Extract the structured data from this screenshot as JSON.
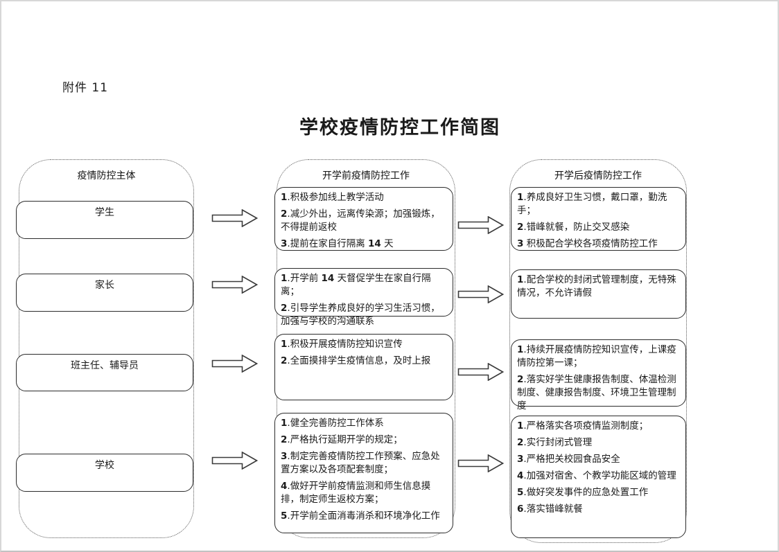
{
  "page": {
    "attachment_label": "附件 11",
    "title": "学校疫情防控工作简图"
  },
  "columns": [
    {
      "header": "疫情防控主体",
      "boxes": [
        {
          "lines": [
            "学生"
          ]
        },
        {
          "lines": [
            "家长"
          ]
        },
        {
          "lines": [
            "班主任、辅导员"
          ]
        },
        {
          "lines": [
            "学校"
          ]
        }
      ]
    },
    {
      "header": "开学前疫情防控工作",
      "boxes": [
        {
          "lines": [
            "1.积极参加线上教学活动",
            "2.减少外出，远离传染源；加强锻炼，不得提前返校",
            "3.提前在家自行隔离 14 天"
          ]
        },
        {
          "lines": [
            "1.开学前 14 天督促学生在家自行隔离；",
            "2.引导学生养成良好的学习生活习惯，加强与学校的沟通联系"
          ]
        },
        {
          "lines": [
            "1.积极开展疫情防控知识宣传",
            "2.全面摸排学生疫情信息，及时上报"
          ]
        },
        {
          "lines": [
            "1.健全完善防控工作体系",
            "2.严格执行延期开学的规定；",
            "3.制定完善疫情防控工作预案、应急处置方案以及各项配套制度；",
            "4.做好开学前疫情监测和师生信息摸排，制定师生返校方案；",
            "5.开学前全面消毒消杀和环境净化工作"
          ]
        }
      ]
    },
    {
      "header": "开学后疫情防控工作",
      "boxes": [
        {
          "lines": [
            "1.养成良好卫生习惯，戴口罩，勤洗手；",
            "2.错峰就餐，防止交叉感染",
            "3 积极配合学校各项疫情防控工作"
          ]
        },
        {
          "lines": [
            "1.配合学校的封闭式管理制度，无特殊情况，不允许请假"
          ]
        },
        {
          "lines": [
            "1.持续开展疫情防控知识宣传，上课疫情防控第一课；",
            "2.落实好学生健康报告制度、体温检测制度、健康报告制度、环境卫生管理制度"
          ]
        },
        {
          "lines": [
            "1.严格落实各项疫情监测制度；",
            "2.实行封闭式管理",
            "3.严格把关校园食品安全",
            "4.加强对宿舍、个教学功能区域的管理",
            "5.做好突发事件的应急处置工作",
            "6.落实错峰就餐"
          ]
        }
      ]
    }
  ]
}
